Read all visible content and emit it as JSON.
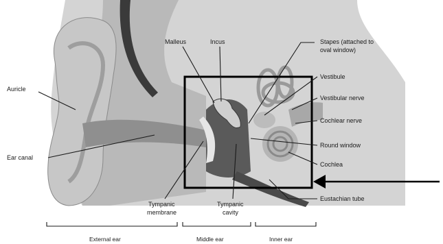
{
  "labels": {
    "auricle": "Auricle",
    "ear_canal": "Ear canal",
    "malleus": "Malleus",
    "incus": "Incus",
    "stapes_line1": "Stapes (attached to",
    "stapes_line2": "oval window)",
    "vestibule": "Vestibule",
    "vestibular_nerve": "Vestibular nerve",
    "cochlear_nerve": "Cochlear nerve",
    "round_window": "Round window",
    "cochlea": "Cochlea",
    "eustachian_tube": "Eustachian tube",
    "tympanic_membrane_line1": "Tympanic",
    "tympanic_membrane_line2": "membrane",
    "tympanic_cavity_line1": "Tympanic",
    "tympanic_cavity_line2": "cavity",
    "external_ear": "External ear",
    "middle_ear": "Middle ear",
    "inner_ear": "Inner ear"
  },
  "colors": {
    "skin": "#bdbdbd",
    "skin_dark": "#9a9a9a",
    "bone": "#d9d9d9",
    "dark_tissue": "#3c3c3c",
    "canal": "#8e8e8e",
    "highlight_box": "#000000"
  }
}
